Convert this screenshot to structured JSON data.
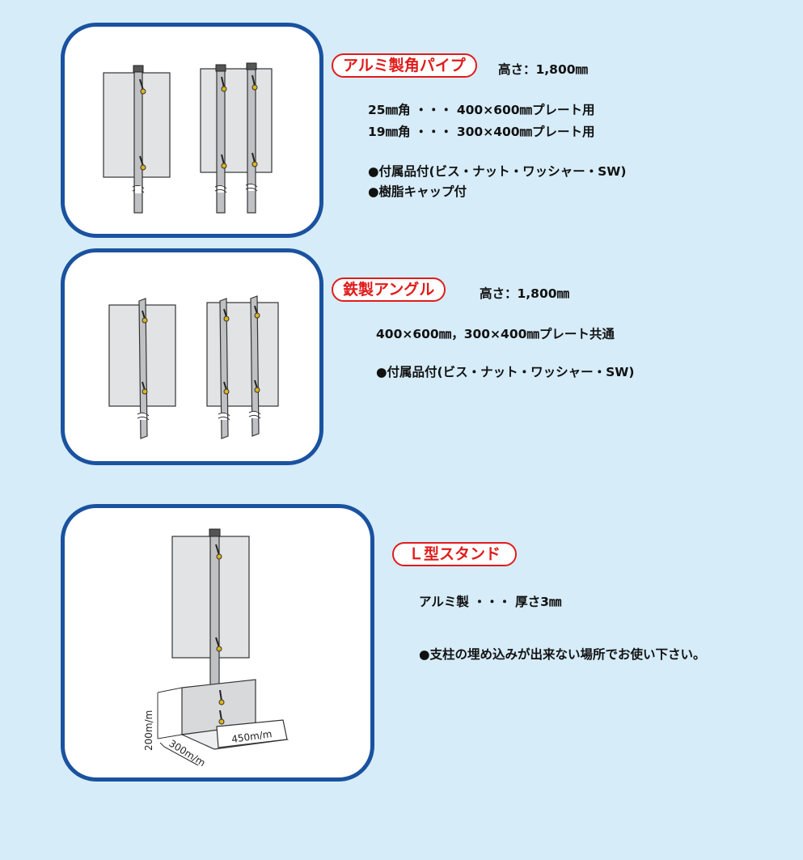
{
  "sections": [
    {
      "tag": "アルミ製角パイプ",
      "height": "高さ：1,800㎜",
      "lines": [
        "25㎜角 ・・・ 400×600㎜プレート用",
        "19㎜角 ・・・ 300×400㎜プレート用"
      ],
      "notes": [
        "●付属品付(ビス・ナット・ワッシャー・SW)",
        "●樹脂キャップ付"
      ]
    },
    {
      "tag": "鉄製アングル",
      "height": "高さ：1,800㎜",
      "lines": [
        "400×600㎜，300×400㎜プレート共通"
      ],
      "notes": [
        "●付属品付(ビス・ナット・ワッシャー・SW)"
      ]
    },
    {
      "tag": "Ｌ型スタンド",
      "lines": [
        "アルミ製 ・・・ 厚さ3㎜"
      ],
      "notes": [
        "●支柱の埋め込みが出来ない場所でお使い下さい。"
      ],
      "dimensions": [
        "200m/m",
        "300m/m",
        "450m/m"
      ]
    }
  ],
  "colors": {
    "background": "#d6ecf8",
    "panel_border": "#1a52a0",
    "tag_red": "#e01c1c"
  }
}
